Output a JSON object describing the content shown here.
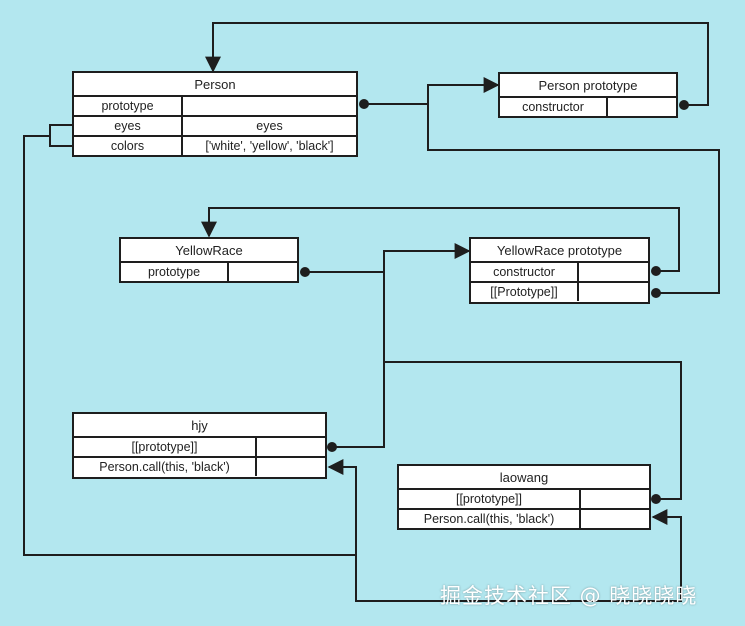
{
  "person": {
    "title": "Person",
    "rows": [
      {
        "key": "prototype",
        "value": ""
      },
      {
        "key": "eyes",
        "value": "eyes"
      },
      {
        "key": "colors",
        "value": "['white', 'yellow', 'black']"
      }
    ]
  },
  "person_prototype": {
    "title": "Person prototype",
    "rows": [
      {
        "key": "constructor",
        "value": ""
      }
    ]
  },
  "yellowrace": {
    "title": "YellowRace",
    "rows": [
      {
        "key": "prototype",
        "value": ""
      }
    ]
  },
  "yellowrace_prototype": {
    "title": "YellowRace prototype",
    "rows": [
      {
        "key": "constructor",
        "value": ""
      },
      {
        "key": "[[Prototype]]",
        "value": ""
      }
    ]
  },
  "hjy": {
    "title": "hjy",
    "rows": [
      {
        "key": "[[prototype]]",
        "value": ""
      },
      {
        "key": "Person.call(this, 'black')",
        "value": ""
      }
    ]
  },
  "laowang": {
    "title": "laowang",
    "rows": [
      {
        "key": "[[prototype]]",
        "value": ""
      },
      {
        "key": "Person.call(this, 'black')",
        "value": ""
      }
    ]
  },
  "watermark": "掘金技术社区 @ 晓晓晓晓",
  "colors": {
    "background": "#b3e7ef",
    "line": "#1e1e1e",
    "box": "#ffffff"
  }
}
